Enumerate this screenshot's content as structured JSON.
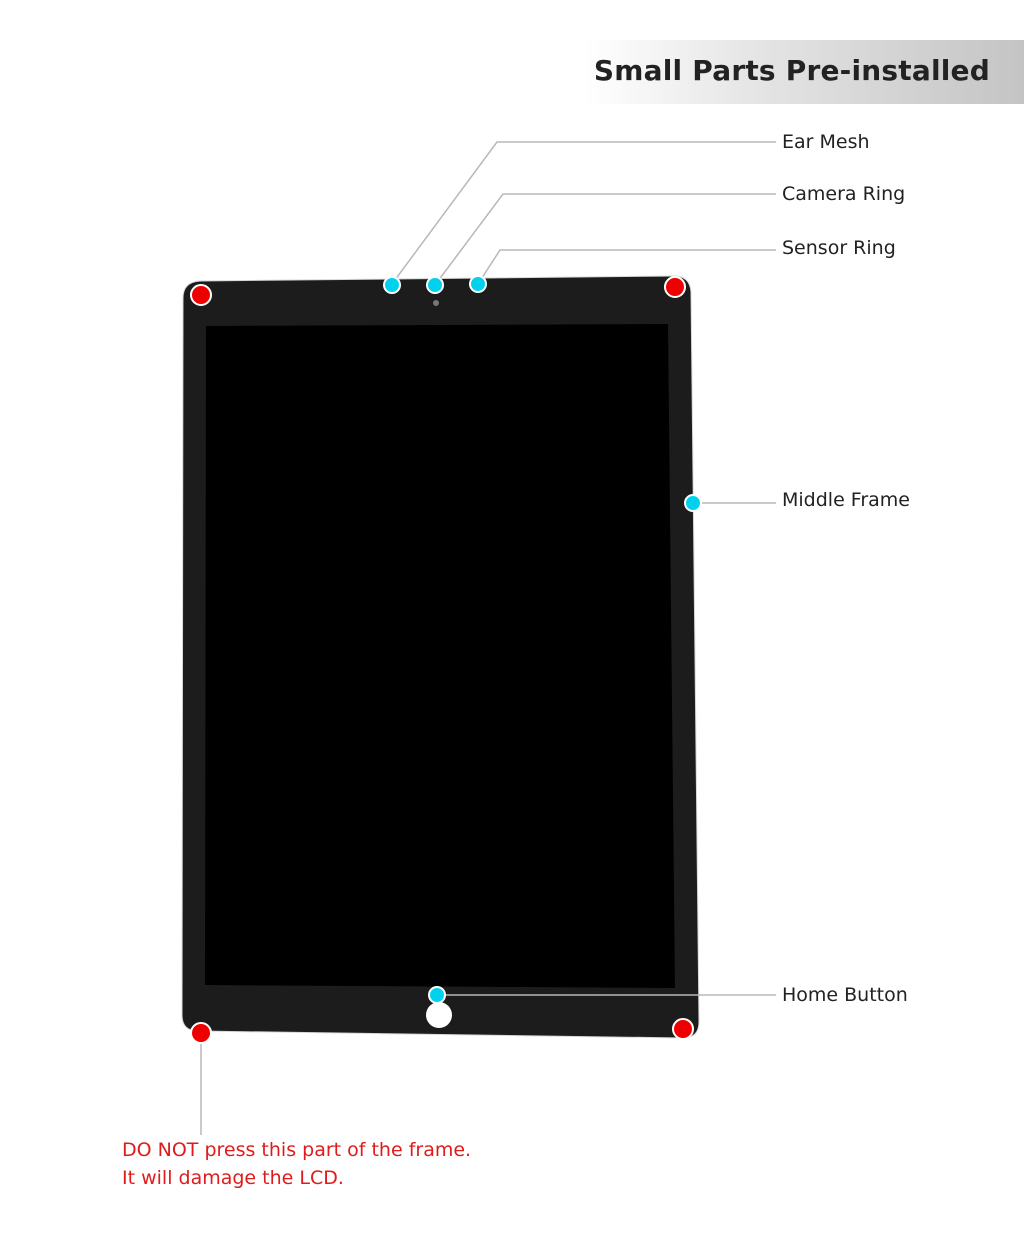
{
  "title": "Small Parts Pre-installed",
  "callouts": {
    "ear_mesh": "Ear Mesh",
    "camera_ring": "Camera Ring",
    "sensor_ring": "Sensor Ring",
    "middle_frame": "Middle Frame",
    "home_button": "Home Button"
  },
  "warning": {
    "line1": "DO NOT press this part of the frame.",
    "line2": "It will damage the LCD."
  },
  "colors": {
    "callout_dot": "#00d2ee",
    "warning_dot": "#ee0000",
    "warning_text": "#e01b1b",
    "leader_line": "#b8b8b8",
    "bezel": "#1c1c1c",
    "screen": "#000000"
  }
}
